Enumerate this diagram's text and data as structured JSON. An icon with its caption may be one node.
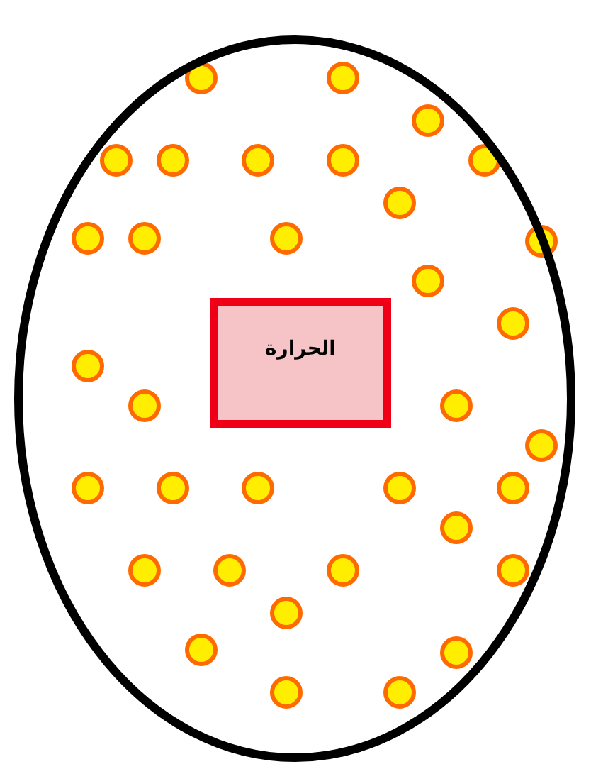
{
  "diagram": {
    "nodes": [
      {
        "text": [],
        "shape": "circle"
      },
      {
        "text": [
          "الحرارة"
        ],
        "in": 0
      }
    ],
    "edges": []
  }
}
